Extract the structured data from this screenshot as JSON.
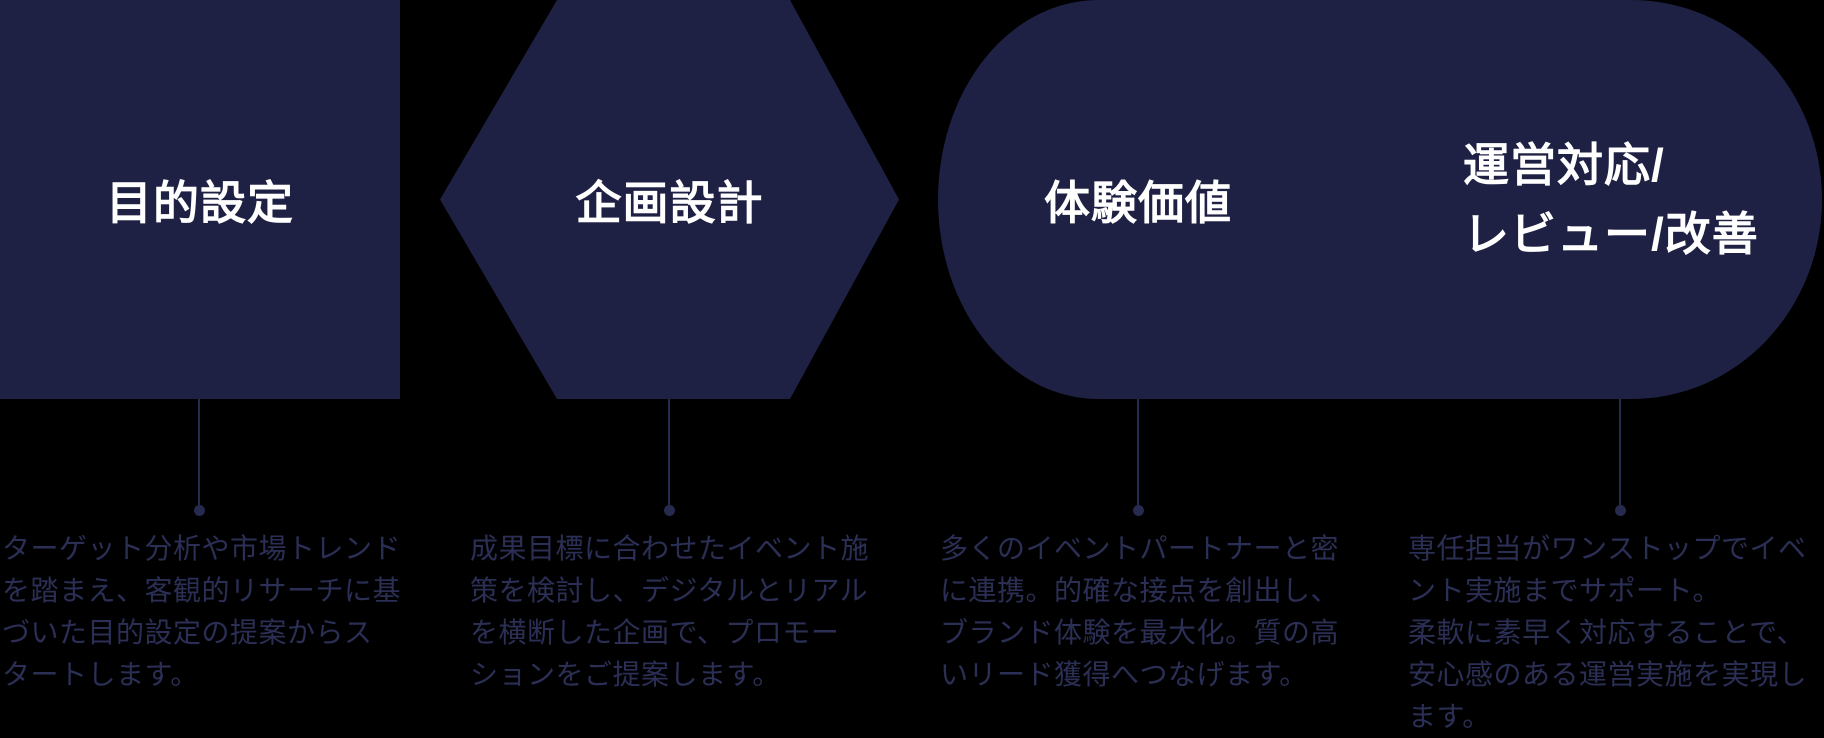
{
  "diagram": {
    "description": "4-step process flow diagram",
    "colors": {
      "background": "#000000",
      "shape_fill": "#1e2144",
      "title_text": "#ffffff",
      "description_text": "#2b2f55",
      "connector": "#262a4f"
    }
  },
  "steps": [
    {
      "id": "goal-setting",
      "shape": "rectangle",
      "title": "目的設定",
      "description_lines": [
        "ターゲット分析や市場トレンド",
        "を踏まえ、客観的リサーチに基",
        "づいた目的設定の提案からス",
        "タートします。"
      ]
    },
    {
      "id": "planning-design",
      "shape": "hexagon",
      "title": "企画設計",
      "description_lines": [
        "成果目標に合わせたイベント施",
        "策を検討し、デジタルとリアル",
        "を横断した企画で、プロモー",
        "ションをご提案します。"
      ]
    },
    {
      "id": "experience-value",
      "shape": "pill-left",
      "title": "体験価値",
      "description_lines": [
        "多くのイベントパートナーと密",
        "に連携。的確な接点を創出し、",
        "ブランド体験を最大化。質の高",
        "いリード獲得へつなげます。"
      ]
    },
    {
      "id": "operation-review-improve",
      "shape": "pill-right",
      "title_lines": [
        "運営対応/",
        "レビュー/改善"
      ],
      "description_lines": [
        "専任担当がワンストップでイベ",
        "ント実施までサポート。",
        "柔軟に素早く対応することで、",
        "安心感のある運営実施を実現し",
        "ます。"
      ]
    }
  ]
}
